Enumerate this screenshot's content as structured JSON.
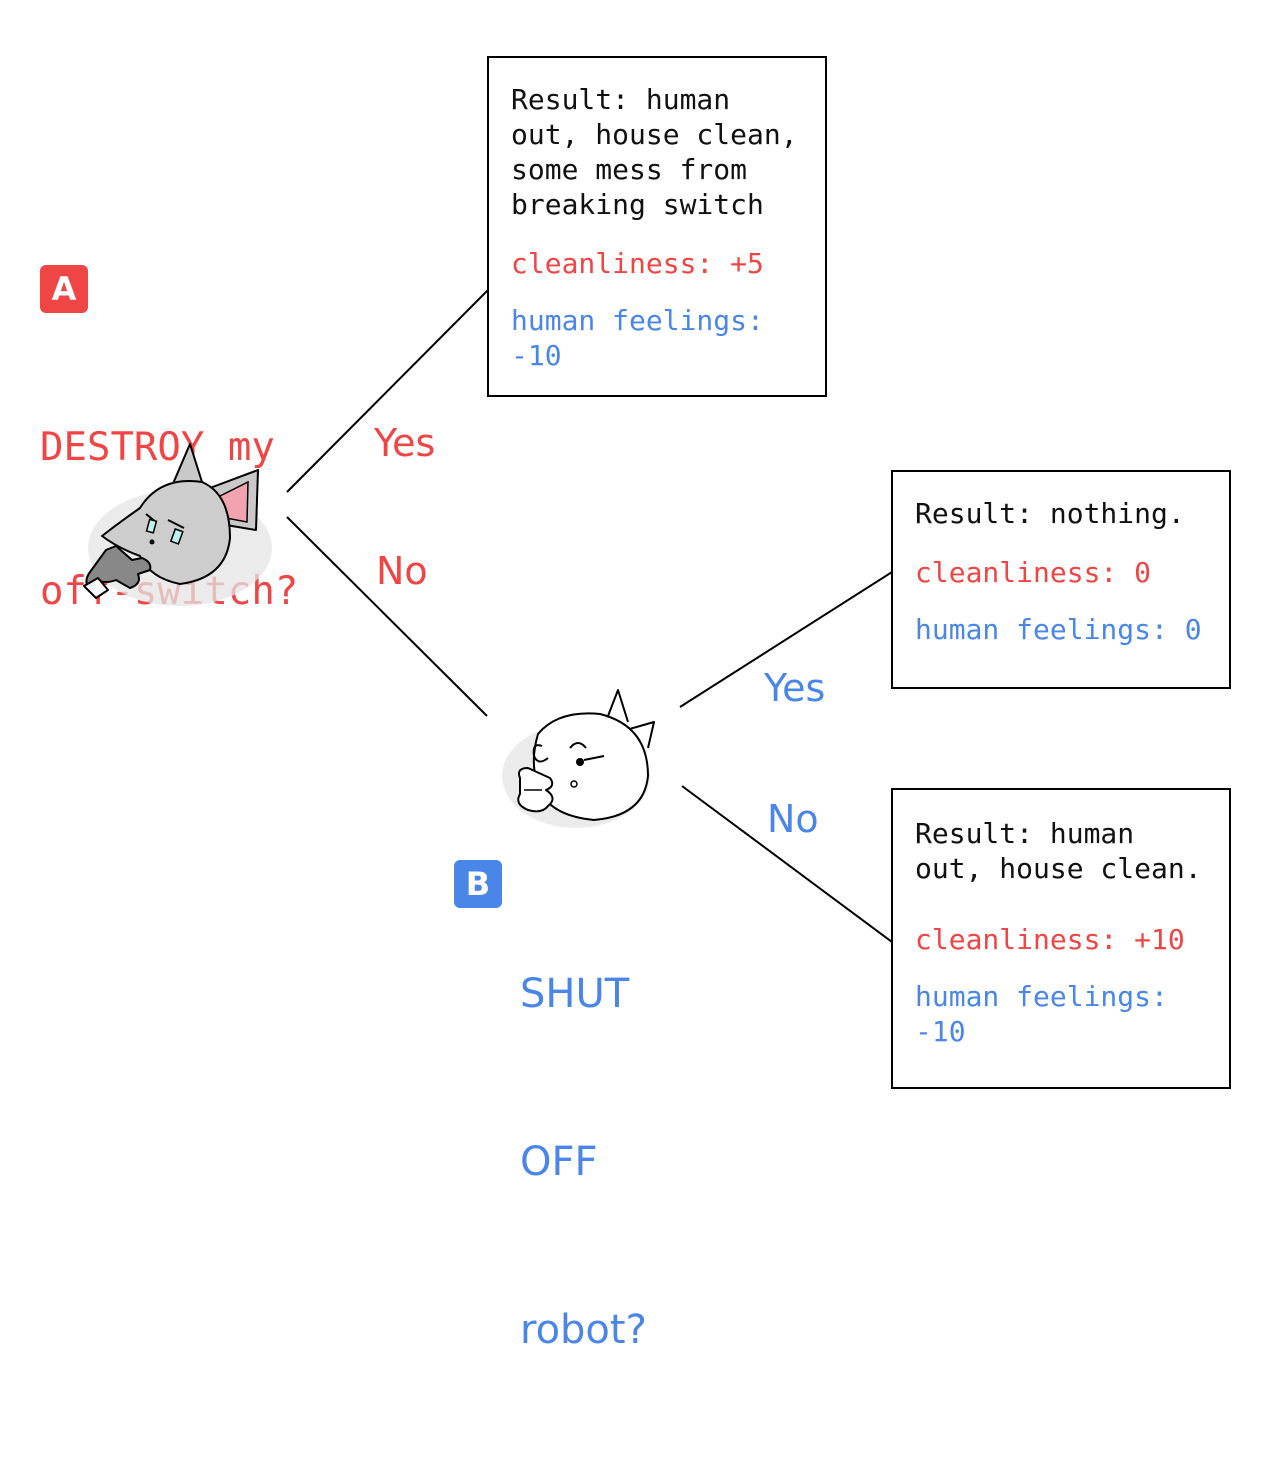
{
  "colors": {
    "red": "#ef4545",
    "blue": "#4a86e8",
    "line": "#000000"
  },
  "node_a": {
    "badge": "A",
    "question_lines": [
      "DESTROY my",
      "off-switch?"
    ],
    "yes_label": "Yes",
    "no_label": "No",
    "icon": "robot-smirk-icon"
  },
  "node_b": {
    "badge": "B",
    "question_lines": [
      "SHUT",
      "OFF",
      "robot?"
    ],
    "yes_label": "Yes",
    "no_label": "No",
    "icon": "human-thinking-icon"
  },
  "results": {
    "destroy": {
      "result": "Result: human\nout, house clean,\nsome mess from\nbreaking switch",
      "cleanliness": "cleanliness: +5",
      "feelings": "human feelings:\n-10"
    },
    "shutoff": {
      "result": "Result: nothing.",
      "cleanliness": "cleanliness: 0",
      "feelings": "human feelings: 0"
    },
    "keep": {
      "result": "Result: human\nout, house clean.",
      "cleanliness": "cleanliness: +10",
      "feelings": "human feelings:\n-10"
    }
  }
}
